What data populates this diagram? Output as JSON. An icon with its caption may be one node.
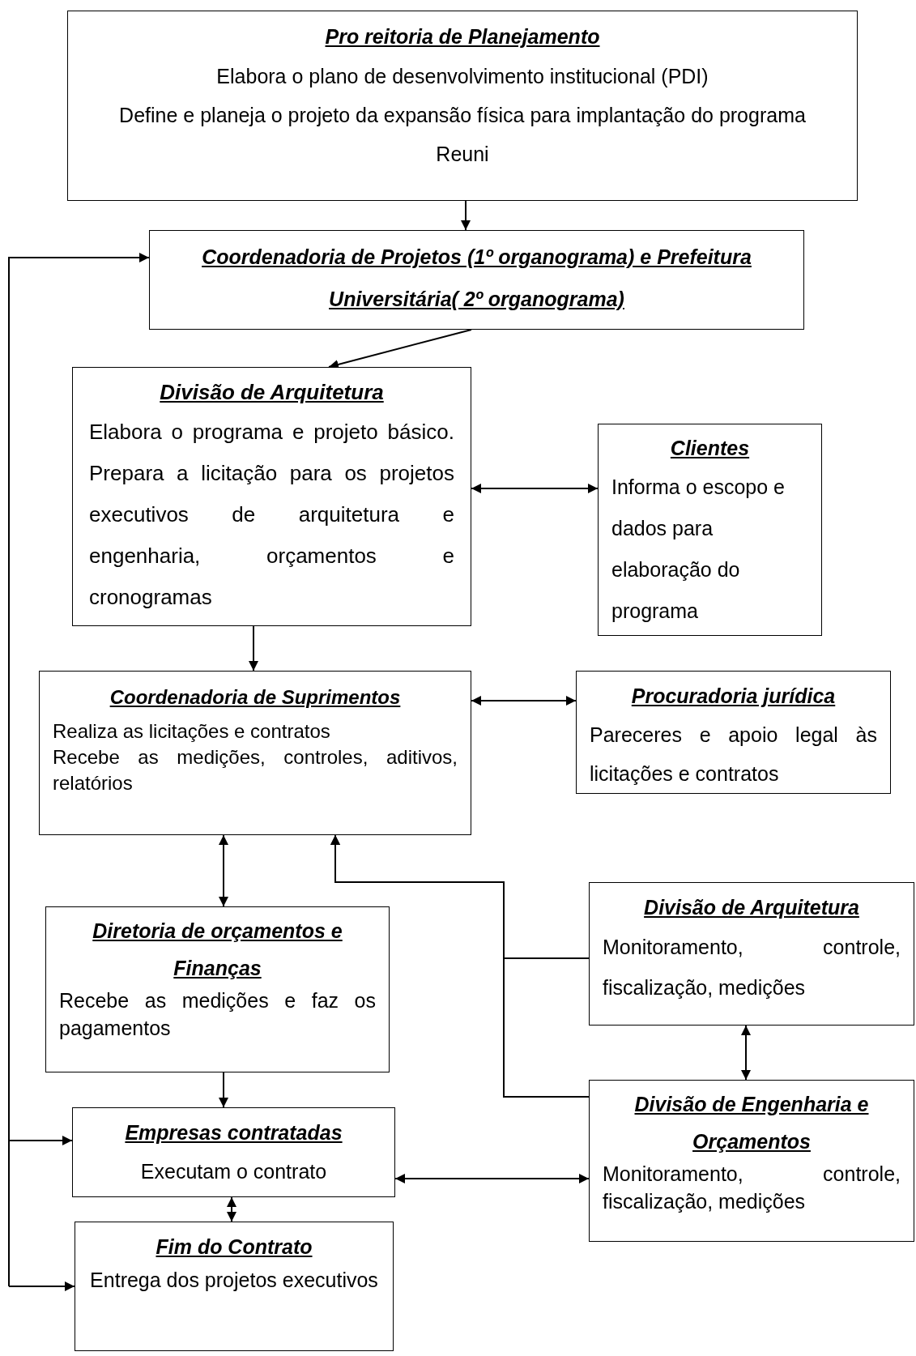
{
  "diagram": {
    "nodes": [
      {
        "text": [
          "Pro reitoria de Planejamento",
          "Elabora o plano de desenvolvimento institucional (PDI)",
          "Define e planeja o projeto da expansão física para implantação do programa Reuni"
        ]
      },
      {
        "text": [
          "Coordenadoria de Projetos (1º organograma) e Prefeitura Universitária( 2º organograma)"
        ]
      },
      {
        "text": [
          "Divisão de Arquitetura",
          "Elabora o programa e projeto básico. Prepara a licitação para os projetos executivos de arquitetura e engenharia, orçamentos e cronogramas"
        ]
      },
      {
        "text": [
          "Clientes",
          "Informa o escopo e dados para elaboração do programa"
        ]
      },
      {
        "text": [
          "Coordenadoria de Suprimentos",
          "Realiza as licitações e contratos",
          "Recebe as medições, controles, aditivos, relatórios"
        ]
      },
      {
        "text": [
          "Procuradoria jurídica",
          "Pareceres e apoio legal às licitações e contratos"
        ]
      },
      {
        "text": [
          "Diretoria de orçamentos e Finanças",
          "Recebe as medições e faz os pagamentos"
        ]
      },
      {
        "text": [
          "Divisão de Arquitetura",
          "Monitoramento, controle, fiscalização, medições"
        ]
      },
      {
        "text": [
          "Empresas contratadas",
          "Executam o contrato"
        ]
      },
      {
        "text": [
          "Divisão de Engenharia e Orçamentos",
          "Monitoramento, controle, fiscalização, medições"
        ]
      },
      {
        "text": [
          "Fim do Contrato",
          "Entrega dos projetos executivos"
        ]
      }
    ],
    "edges": [
      {
        "from": 0,
        "to": 1,
        "arrow": "to"
      },
      {
        "from": 1,
        "to": 2,
        "arrow": "to"
      },
      {
        "from": 2,
        "to": 3,
        "arrow": "both"
      },
      {
        "from": 2,
        "to": 4,
        "arrow": "to"
      },
      {
        "from": 4,
        "to": 5,
        "arrow": "both"
      },
      {
        "from": 4,
        "to": 6,
        "arrow": "both"
      },
      {
        "from": 7,
        "to": 4,
        "arrow": "to"
      },
      {
        "from": 9,
        "to": 4,
        "arrow": "to"
      },
      {
        "from": 7,
        "to": 9,
        "arrow": "both"
      },
      {
        "from": 6,
        "to": 8,
        "arrow": "to"
      },
      {
        "from": 8,
        "to": 9,
        "arrow": "both"
      },
      {
        "from": 8,
        "to": 10,
        "arrow": "both"
      },
      {
        "from": null,
        "to": 1,
        "arrow": "to"
      },
      {
        "from": null,
        "to": 8,
        "arrow": "to"
      },
      {
        "from": null,
        "to": 10,
        "arrow": "to"
      }
    ]
  }
}
